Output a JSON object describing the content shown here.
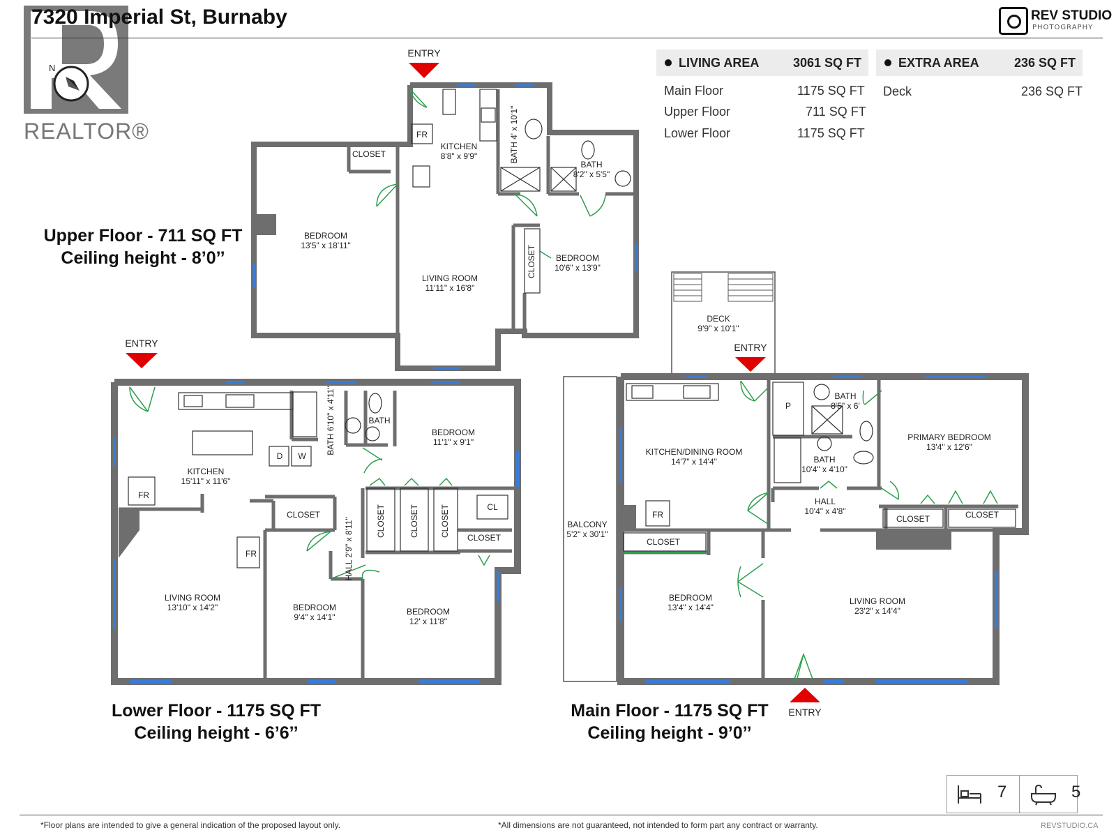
{
  "header": {
    "title": "7320 Imperial St, Burnaby",
    "brand_name": "REV STUDIO",
    "brand_sub": "PHOTOGRAPHY",
    "realtor_logo": "REALTOR®",
    "compass_label": "N"
  },
  "summary": {
    "living": {
      "label": "LIVING AREA",
      "value": "3061 SQ FT",
      "rows": [
        {
          "name": "Main Floor",
          "value": "1175 SQ FT"
        },
        {
          "name": "Upper Floor",
          "value": "711 SQ FT"
        },
        {
          "name": "Lower Floor",
          "value": "1175 SQ FT"
        }
      ]
    },
    "extra": {
      "label": "EXTRA AREA",
      "value": "236 SQ FT",
      "rows": [
        {
          "name": "Deck",
          "value": "236 SQ FT"
        }
      ]
    }
  },
  "floors": {
    "upper": {
      "caption": "Upper Floor - 711 SQ FT",
      "ceiling": "Ceiling height - 8’0’’",
      "entry": "ENTRY",
      "rooms": {
        "closet": "CLOSET",
        "fr": "FR",
        "kitchen": "KITCHEN",
        "kitchen_dim": "8'8\" x 9'9\"",
        "bath1": "BATH",
        "bath1_dim": "4' x 10'1\"",
        "bath2": "BATH",
        "bath2_dim": "8'2\" x 5'5\"",
        "bedroom1": "BEDROOM",
        "bedroom1_dim": "13'5\" x 18'11\"",
        "living": "LIVING ROOM",
        "living_dim": "11'11\" x 16'8\"",
        "closet2": "CLOSET",
        "bedroom2": "BEDROOM",
        "bedroom2_dim": "10'6\" x 13'9\""
      }
    },
    "lower": {
      "caption": "Lower Floor - 1175 SQ FT",
      "ceiling": "Ceiling height - 6’6’’",
      "entry": "ENTRY",
      "rooms": {
        "kitchen": "KITCHEN",
        "kitchen_dim": "15'11\" x 11'6\"",
        "fr1": "FR",
        "fr2": "FR",
        "d": "D",
        "w": "W",
        "bath1": "BATH",
        "bath1_dim": "6'10\" x 4'11\"",
        "bath2": "BATH",
        "bedroom1": "BEDROOM",
        "bedroom1_dim": "11'1\" x 9'1\"",
        "closet1": "CLOSET",
        "hall": "HALL",
        "hall_dim": "2'9\" x 8'11\"",
        "closet2": "CLOSET",
        "closet3": "CLOSET",
        "closet4": "CLOSET",
        "cl": "CL",
        "closet5": "CLOSET",
        "living": "LIVING ROOM",
        "living_dim": "13'10\" x 14'2\"",
        "bedroom2": "BEDROOM",
        "bedroom2_dim": "9'4\" x 14'1\"",
        "bedroom3": "BEDROOM",
        "bedroom3_dim": "12' x 11'8\""
      }
    },
    "main": {
      "caption": "Main Floor - 1175 SQ FT",
      "ceiling": "Ceiling height - 9’0’’",
      "entry_top": "ENTRY",
      "entry_bottom": "ENTRY",
      "rooms": {
        "deck": "DECK",
        "deck_dim": "9'9\" x 10'1\"",
        "balcony": "BALCONY",
        "balcony_dim": "5'2\" x 30'1\"",
        "kitchen": "KITCHEN/DINING ROOM",
        "kitchen_dim": "14'7\" x 14'4\"",
        "p": "P",
        "bath1": "BATH",
        "bath1_dim": "8'5\" x 6'",
        "bath2": "BATH",
        "bath2_dim": "10'4\" x 4'10\"",
        "primary": "PRIMARY BEDROOM",
        "primary_dim": "13'4\" x 12'6\"",
        "hall": "HALL",
        "hall_dim": "10'4\" x 4'8\"",
        "fr": "FR",
        "closet1": "CLOSET",
        "closet2": "CLOSET",
        "closet3": "CLOSET",
        "bedroom": "BEDROOM",
        "bedroom_dim": "13'4\" x 14'4\"",
        "living": "LIVING ROOM",
        "living_dim": "23'2\" x 14'4\""
      }
    }
  },
  "counts": {
    "bedrooms": "7",
    "bathrooms": "5",
    "bed_icon": "bed-icon",
    "bath_icon": "bathtub-icon"
  },
  "footer": {
    "left": "*Floor plans are intended to give a general indication of the proposed layout only.",
    "right": "*All dimensions are not guaranteed, not intended to form part any contract or warranty.",
    "site": "REVSTUDIO.CA"
  },
  "colors": {
    "wall": "#6e6e6e",
    "door": "#2e9e4e",
    "window": "#3a7bd5",
    "entry_arrow": "#e00000"
  }
}
